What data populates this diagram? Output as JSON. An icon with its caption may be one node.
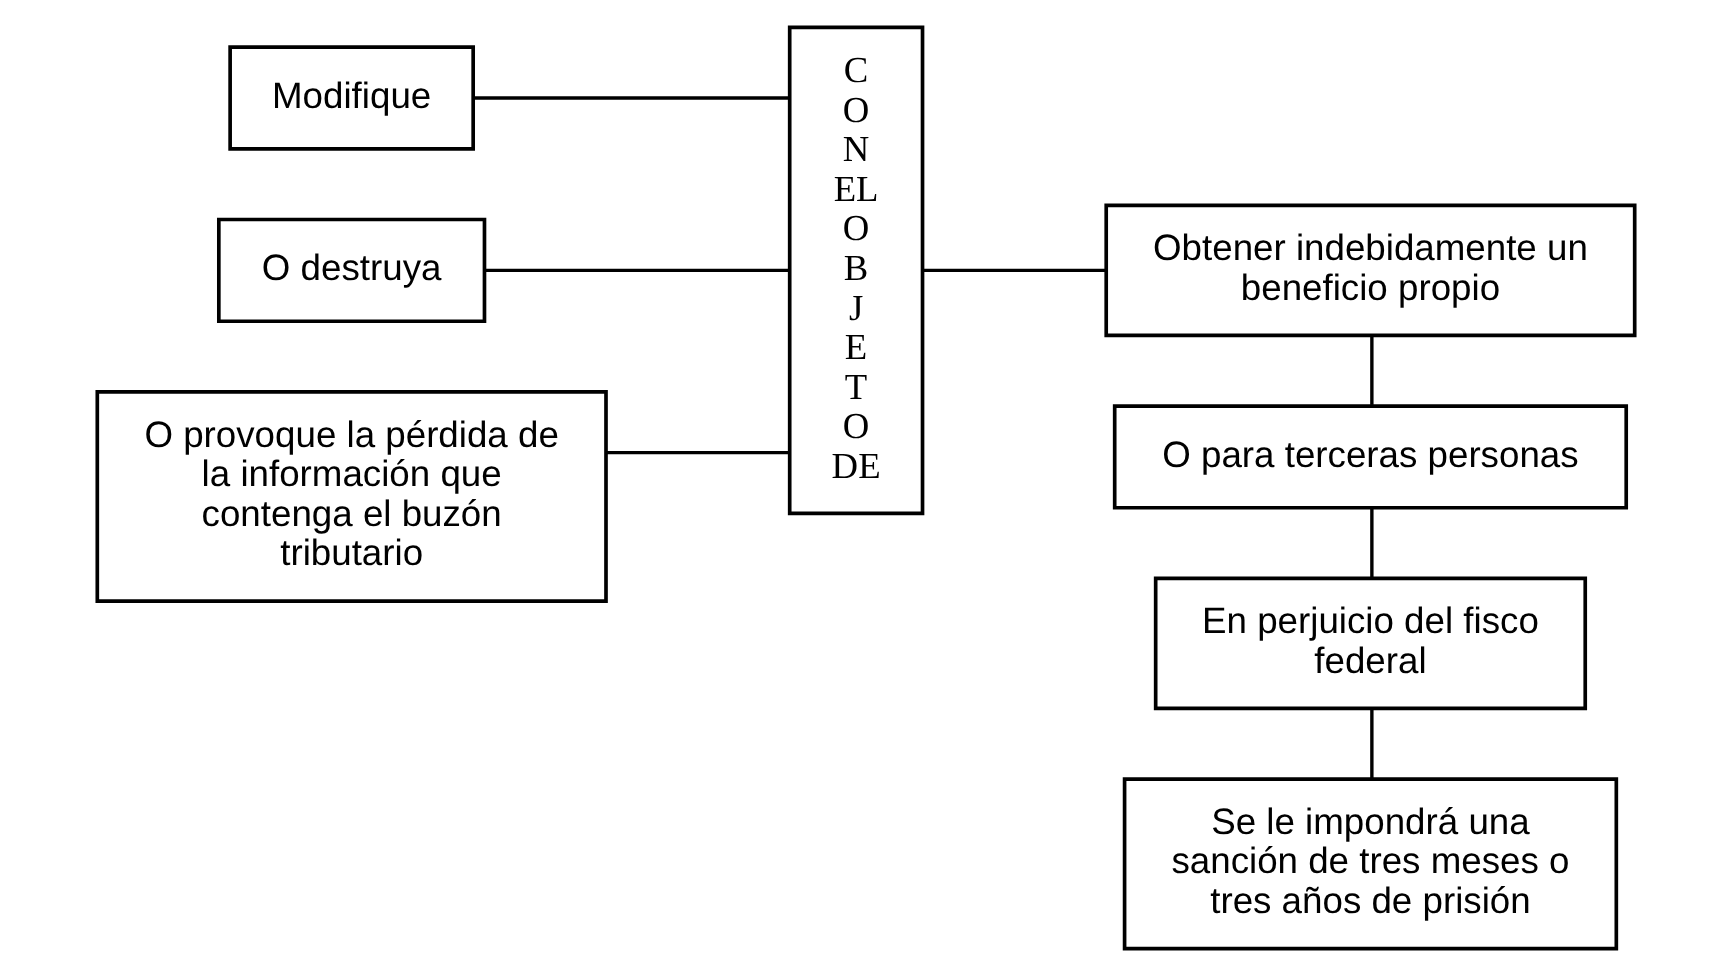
{
  "diagram": {
    "nodes": [
      {
        "text": [
          "Modifique"
        ]
      },
      {
        "text": [
          "O destruya"
        ]
      },
      {
        "text": [
          "O provoque la pérdida de la información que contenga el buzón tributario"
        ]
      },
      {
        "text": [
          "C O N EL O B J E T O DE"
        ]
      },
      {
        "text": [
          "Obtener indebidamente un beneficio propio"
        ]
      },
      {
        "text": [
          "O para terceras personas"
        ]
      },
      {
        "text": [
          "En perjuicio del fisco federal"
        ]
      },
      {
        "text": [
          "Se le impondrá una sanción de tres meses o tres años de prisión"
        ]
      }
    ],
    "edges": [
      {
        "from": 0,
        "to": 3,
        "arrow": "none"
      },
      {
        "from": 1,
        "to": 3,
        "arrow": "none"
      },
      {
        "from": 2,
        "to": 3,
        "arrow": "none"
      },
      {
        "from": 3,
        "to": 4,
        "arrow": "none"
      },
      {
        "from": 4,
        "to": 5,
        "arrow": "none"
      },
      {
        "from": 5,
        "to": 6,
        "arrow": "none"
      },
      {
        "from": 6,
        "to": 7,
        "arrow": "none"
      }
    ]
  }
}
